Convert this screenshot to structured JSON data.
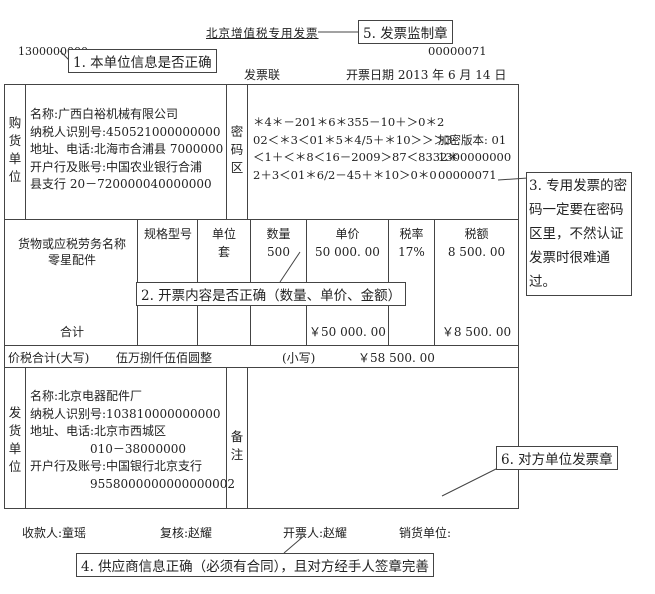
{
  "header": {
    "title": "北京增值税专用发票",
    "left_code": "1300000000",
    "invoice_no": "00000071",
    "copy_label": "发票联",
    "issue_date": "开票日期  2013 年 6 月 14 日"
  },
  "buyer": {
    "label": "购货单位",
    "lines": [
      "名称:广西白裕机械有限公司",
      "纳税人识别号:450521000000000",
      "地址、电话:北海市合浦县 7000000",
      "开户行及账号:中国农业银行合浦",
      "县支行 20－720000040000000"
    ]
  },
  "cipher": {
    "label": "密码区",
    "lines": [
      "＊4＊－201＊6＊355－10＋＞0＊2",
      "02＜＊3＜01＊5＊4/5＋＊10＞＞＞3",
      "＜1＋＜＊8＜16－2009＞87＜8332＊",
      "2＋3＜01＊6/2－45＋＊10＞0＊0"
    ],
    "side_lines": [
      "",
      "加密版本: 01",
      "1300000000",
      "00000071"
    ]
  },
  "items": {
    "headers": [
      "货物或应税劳务名称",
      "规格型号",
      "单位",
      "数量",
      "单价",
      "税率",
      "税额"
    ],
    "rows": [
      {
        "name": "零星配件",
        "spec": "",
        "unit": "套",
        "qty": "500",
        "price": "50 000. 00",
        "rate": "17%",
        "tax": "8 500. 00"
      }
    ],
    "total_label": "合计",
    "total_amount": "￥50 000. 00",
    "total_tax": "￥8 500. 00"
  },
  "grand_total": {
    "label_caps": "价税合计(大写)",
    "caps_value": "伍万捌仟伍佰圆整",
    "label_small": "(小写)",
    "small_value": "￥58 500. 00"
  },
  "seller": {
    "label": "发货单位",
    "lines": [
      "名称:北京电器配件厂",
      "纳税人识别号:103810000000000",
      "地址、电话:北京市西城区",
      "　　　　　010－38000000",
      "开户行及账号:中国银行北京支行",
      "　　　　　9558000000000000002"
    ]
  },
  "remark": {
    "label": "备注"
  },
  "footer": {
    "payee": "收款人:童瑶",
    "reviewer": "复核:赵耀",
    "issuer": "开票人:赵耀",
    "seller_unit": "销货单位:"
  },
  "callouts": {
    "c1": "1. 本单位信息是否正确",
    "c2": "2. 开票内容是否正确（数量、单价、金额）",
    "c3": "3. 专用发票的密码一定要在密码区里，不然认证发票时很难通过。",
    "c4": "4. 供应商信息正确（必须有合同），且对方经手人签章完善",
    "c5": "5. 发票监制章",
    "c6": "6. 对方单位发票章"
  }
}
